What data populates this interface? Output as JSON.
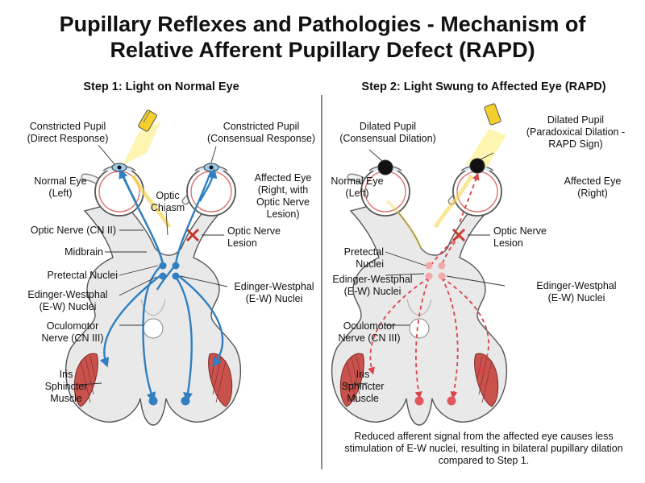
{
  "title_line1": "Pupillary Reflexes and Pathologies - Mechanism of",
  "title_line2": "Relative Afferent Pupillary Defect (RAPD)",
  "step1": {
    "title": "Step 1: Light on Normal Eye",
    "labels": {
      "constricted_direct": "Constricted Pupil\n(Direct Response)",
      "constricted_consensual": "Constricted Pupil\n(Consensual Response)",
      "normal_eye": "Normal Eye\n(Left)",
      "affected_eye": "Affected Eye\n(Right, with\nOptic Nerve\nLesion)",
      "optic_chiasm": "Optic\nChiasm",
      "optic_nerve": "Optic Nerve (CN II)",
      "optic_nerve_lesion": "Optic Nerve\nLesion",
      "midbrain": "Midbrain",
      "pretectal": "Pretectal Nuclei",
      "ew_left": "Edinger-Westphal\n(E-W) Nuclei",
      "ew_right": "Edinger-Westphal\n(E-W) Nuclei",
      "oculomotor": "Oculomotor\nNerve (CN III)",
      "iris": "Iris\nSphincter\nMuscle"
    }
  },
  "step2": {
    "title": "Step 2: Light Swung to Affected Eye (RAPD)",
    "labels": {
      "dilated_consensual": "Dilated Pupil\n(Consensual Dilation)",
      "dilated_paradoxical": "Dilated Pupil\n(Paradoxical Dilation -\nRAPD Sign)",
      "normal_eye": "Normal Eye\n(Left)",
      "affected_eye": "Affected Eye\n(Right)",
      "optic_nerve_lesion": "Optic Nerve\nLesion",
      "pretectal": "Pretectal Nuclei",
      "ew_left": "Edinger-Westphal\n(E-W) Nuclei",
      "ew_right": "Edinger-Westphal\n(E-W) Nuclei",
      "oculomotor": "Oculomotor\nNerve (CN III)",
      "iris": "Iris\nSphincter\nMuscle"
    },
    "caption": "Reduced afferent signal from the affected eye causes less stimulation of E-W nuclei, resulting in bilateral pupillary dilation compared to Step 1."
  },
  "colors": {
    "normal_pathway": "#2f7fc1",
    "reduced_pathway": "#d9434a",
    "brain_fill": "#e9e9e9",
    "muscle": "#c9524d",
    "light_beam": "#fff2a0",
    "flashlight": "#f2cf2a"
  }
}
